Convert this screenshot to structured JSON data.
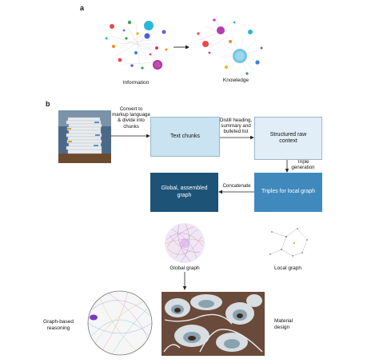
{
  "panels": {
    "a": "a",
    "b": "b"
  },
  "panel_a": {
    "left_label": "Information",
    "right_label": "Knowledge"
  },
  "panel_b": {
    "edges": {
      "convert": "Convert to markup language & divide into chunks",
      "distill": "Distill heading, summary and bulleted list",
      "triple": "Triple generation",
      "concatenate": "Concatenate"
    },
    "boxes": {
      "text_chunks": "Text chunks",
      "structured": "Structured raw context",
      "triples": "Triples for local graph",
      "global": "Global, assembled graph"
    },
    "captions": {
      "global_graph": "Global graph",
      "local_graph": "Local graph",
      "reasoning": "Graph-based reasoning",
      "material": "Material design"
    }
  },
  "colors": {
    "box_light": "#c9e3f0",
    "box_pale": "#e2eef7",
    "box_mid": "#3f89bd",
    "box_dark": "#1d5377"
  },
  "icons": [
    "paper-stack-photo-icon",
    "network-graph-icon",
    "material-structure-image-icon"
  ]
}
